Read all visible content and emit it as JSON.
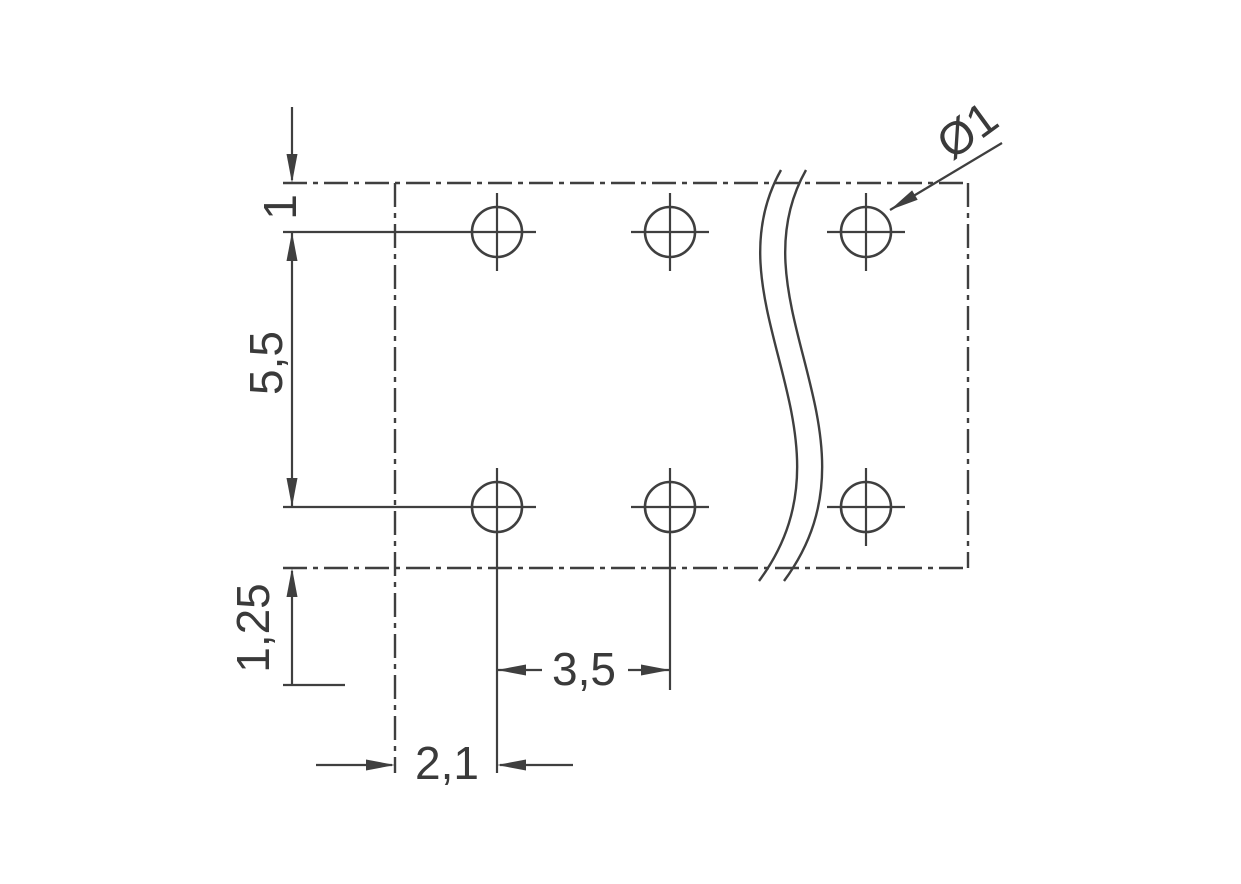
{
  "drawing": {
    "labels": {
      "dim_top_offset": "1",
      "dim_row_spacing": "5,5",
      "dim_bottom_offset": "1,25",
      "dim_hole_pitch": "3,5",
      "dim_edge_offset": "2,1",
      "hole_diameter": "Ø1"
    },
    "colors": {
      "line": "#3f3f3f",
      "text": "#3a3a3a",
      "background": "#ffffff"
    }
  }
}
